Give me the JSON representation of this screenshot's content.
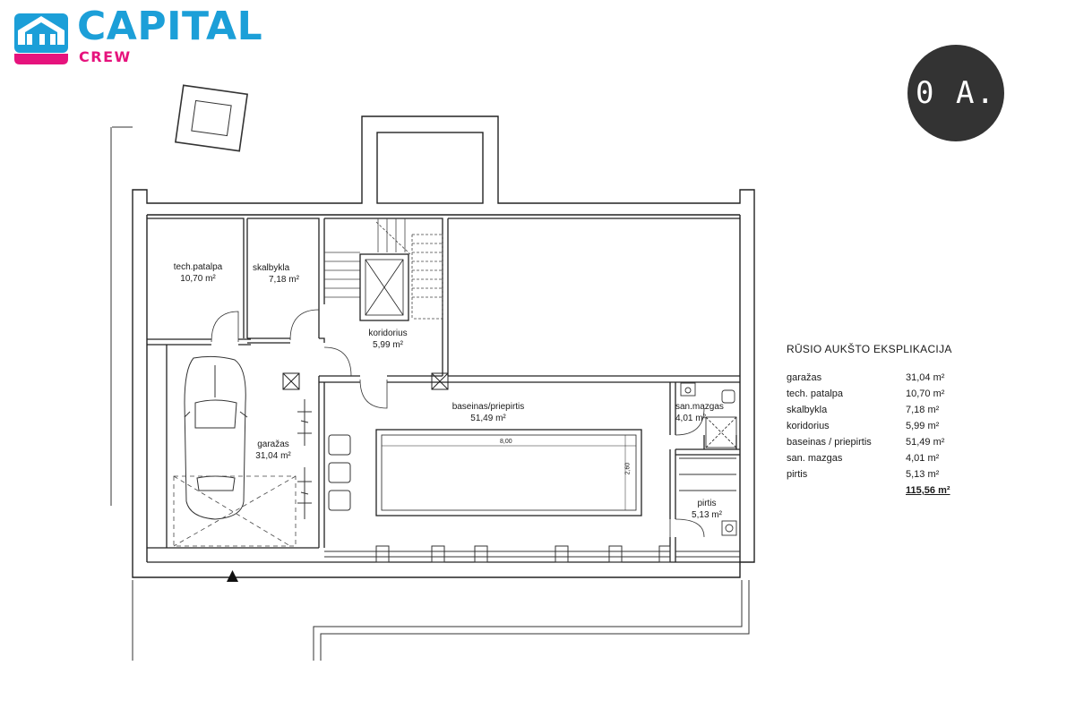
{
  "brand": {
    "name": "CAPITAL",
    "sub": "CREW",
    "colors": {
      "primary": "#1c9fd8",
      "accent": "#e6137d"
    },
    "icon": "house-logo-icon"
  },
  "badge": {
    "label": "0 A."
  },
  "rooms": [
    {
      "name": "tech.patalpa",
      "area": "10,70 m²"
    },
    {
      "name": "skalbykla",
      "area": "7,18 m²"
    },
    {
      "name": "koridorius",
      "area": "5,99 m²"
    },
    {
      "name": "garažas",
      "area": "31,04 m²"
    },
    {
      "name": "baseinas/priepirtis",
      "area": "51,49 m²"
    },
    {
      "name": "san.mazgas",
      "area": "4,01 m²"
    },
    {
      "name": "pirtis",
      "area": "5,13 m²"
    }
  ],
  "pool": {
    "length": "8,00",
    "width": "2,60"
  },
  "explication": {
    "title": "RŪSIO AUKŠTO EKSPLIKACIJA",
    "rows": [
      {
        "name": "garažas",
        "area": "31,04 m²"
      },
      {
        "name": "tech. patalpa",
        "area": "10,70 m²"
      },
      {
        "name": "skalbykla",
        "area": "7,18 m²"
      },
      {
        "name": "koridorius",
        "area": "5,99 m²"
      },
      {
        "name": "baseinas / priepirtis",
        "area": "51,49 m²"
      },
      {
        "name": "san. mazgas",
        "area": "4,01 m²"
      },
      {
        "name": "pirtis",
        "area": "5,13 m²"
      }
    ],
    "total": "115,56 m²"
  }
}
